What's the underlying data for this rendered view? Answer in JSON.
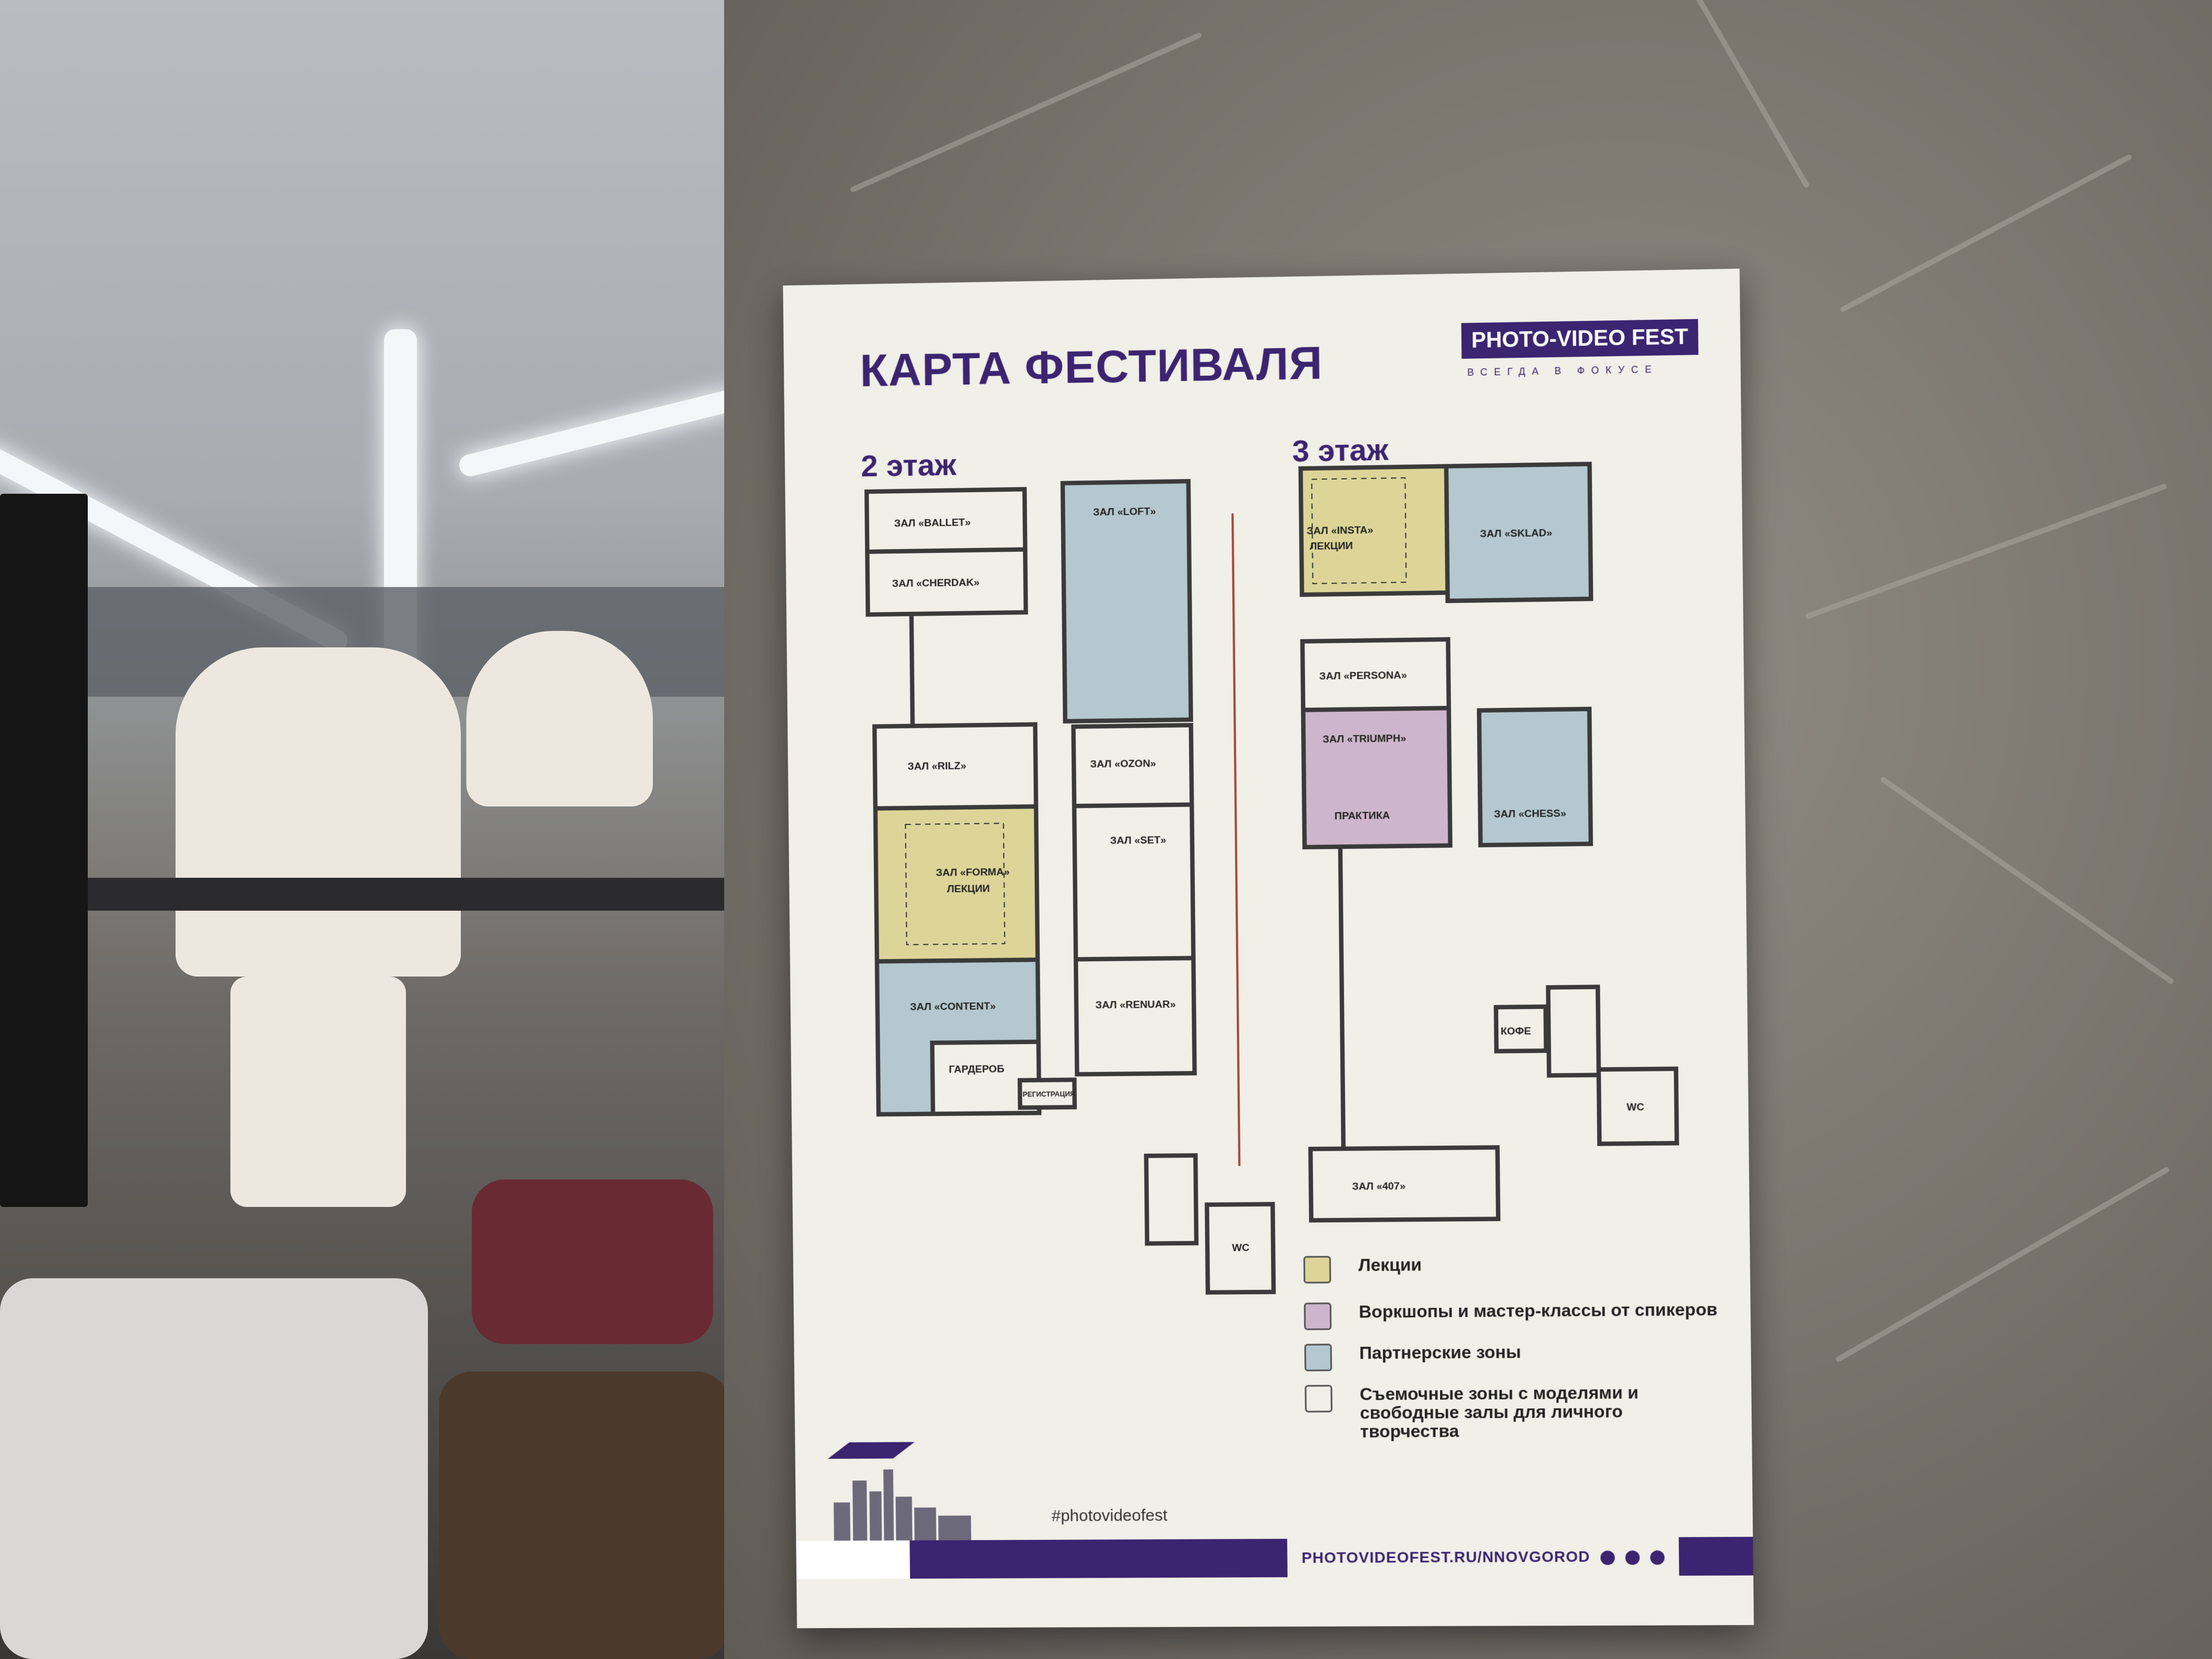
{
  "poster": {
    "title": "КАРТА ФЕСТИВАЛЯ",
    "logo": "PHOTO-VIDEO FEST",
    "logo_tagline": "ВСЕГДА В ФОКУСЕ",
    "hashtag": "#photovideofest",
    "url": "PHOTOVIDEOFEST.RU/NNOVGOROD"
  },
  "floors": {
    "floor2_label": "2 этаж",
    "floor3_label": "3 этаж"
  },
  "rooms2": {
    "ballet": "ЗАЛ «BALLET»",
    "cherdak": "ЗАЛ «CHERDAK»",
    "loft": "ЗАЛ «LOFT»",
    "rilz": "ЗАЛ «RILZ»",
    "ozon": "ЗАЛ «OZON»",
    "forma": "ЗАЛ «FORMA»",
    "forma_sub": "ЛЕКЦИИ",
    "set": "ЗАЛ «SET»",
    "content": "ЗАЛ «CONTENT»",
    "renuar": "ЗАЛ «RENUAR»",
    "garderob": "ГАРДЕРОБ",
    "registration": "РЕГИСТРАЦИЯ",
    "wc": "WC"
  },
  "rooms3": {
    "insta": "ЗАЛ «INSTA»",
    "insta_sub": "ЛЕКЦИИ",
    "sklad": "ЗАЛ «SKLAD»",
    "persona": "ЗАЛ «PERSONA»",
    "triumph": "ЗАЛ «TRIUMPH»",
    "triumph_sub": "ПРАКТИКА",
    "chess": "ЗАЛ «CHESS»",
    "coffee": "КОФЕ",
    "wc": "WC",
    "r407": "ЗАЛ «407»"
  },
  "legend": [
    {
      "label": "Лекции",
      "color": "#ddd598"
    },
    {
      "label": "Воркшопы и мастер-классы от спикеров",
      "color": "#cdb6cb"
    },
    {
      "label": "Партнерские зоны",
      "color": "#b5c8cf"
    },
    {
      "label": "Съемочные зоны с моделями и свободные залы для личного творчества",
      "color": "#f0efe8"
    }
  ],
  "colors": {
    "brand": "#3b2470",
    "lecture": "#ddd598",
    "workshop": "#cdb6cb",
    "partner": "#b5c8cf"
  }
}
